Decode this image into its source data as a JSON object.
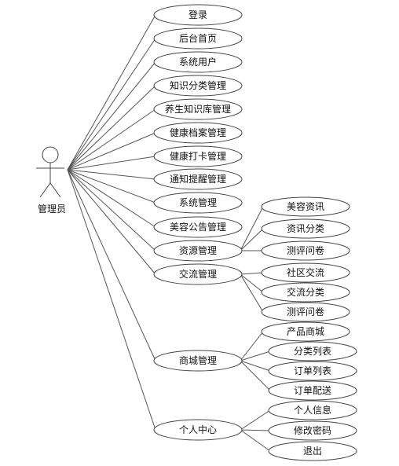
{
  "actor": {
    "label": "管理员"
  },
  "use_cases": [
    {
      "id": "login",
      "label": "登录"
    },
    {
      "id": "home",
      "label": "后台首页"
    },
    {
      "id": "sys_users",
      "label": "系统用户"
    },
    {
      "id": "knowledge_cat",
      "label": "知识分类管理"
    },
    {
      "id": "health_kb",
      "label": "养生知识库管理"
    },
    {
      "id": "health_records",
      "label": "健康档案管理"
    },
    {
      "id": "health_checkin",
      "label": "健康打卡管理"
    },
    {
      "id": "notify",
      "label": "通知提醒管理"
    },
    {
      "id": "system",
      "label": "系统管理"
    },
    {
      "id": "beauty_notice",
      "label": "美容公告管理"
    },
    {
      "id": "resource",
      "label": "资源管理"
    },
    {
      "id": "exchange",
      "label": "交流管理"
    },
    {
      "id": "mall",
      "label": "商城管理"
    },
    {
      "id": "personal",
      "label": "个人中心"
    }
  ],
  "sub_cases": [
    {
      "id": "beauty_news",
      "parent": "resource",
      "label": "美容资讯"
    },
    {
      "id": "news_cat",
      "parent": "resource",
      "label": "资讯分类"
    },
    {
      "id": "survey1",
      "parent": "resource",
      "label": "测评问卷"
    },
    {
      "id": "community",
      "parent": "exchange",
      "label": "社区交流"
    },
    {
      "id": "exchange_cat",
      "parent": "exchange",
      "label": "交流分类"
    },
    {
      "id": "survey2",
      "parent": "exchange",
      "label": "测评问卷"
    },
    {
      "id": "products",
      "parent": "mall",
      "label": "产品商城"
    },
    {
      "id": "cat_list",
      "parent": "mall",
      "label": "分类列表"
    },
    {
      "id": "order_list",
      "parent": "mall",
      "label": "订单列表"
    },
    {
      "id": "order_ship",
      "parent": "mall",
      "label": "订单配送"
    },
    {
      "id": "profile",
      "parent": "personal",
      "label": "个人信息"
    },
    {
      "id": "change_pwd",
      "parent": "personal",
      "label": "修改密码"
    },
    {
      "id": "logout",
      "parent": "personal",
      "label": "退出"
    }
  ]
}
